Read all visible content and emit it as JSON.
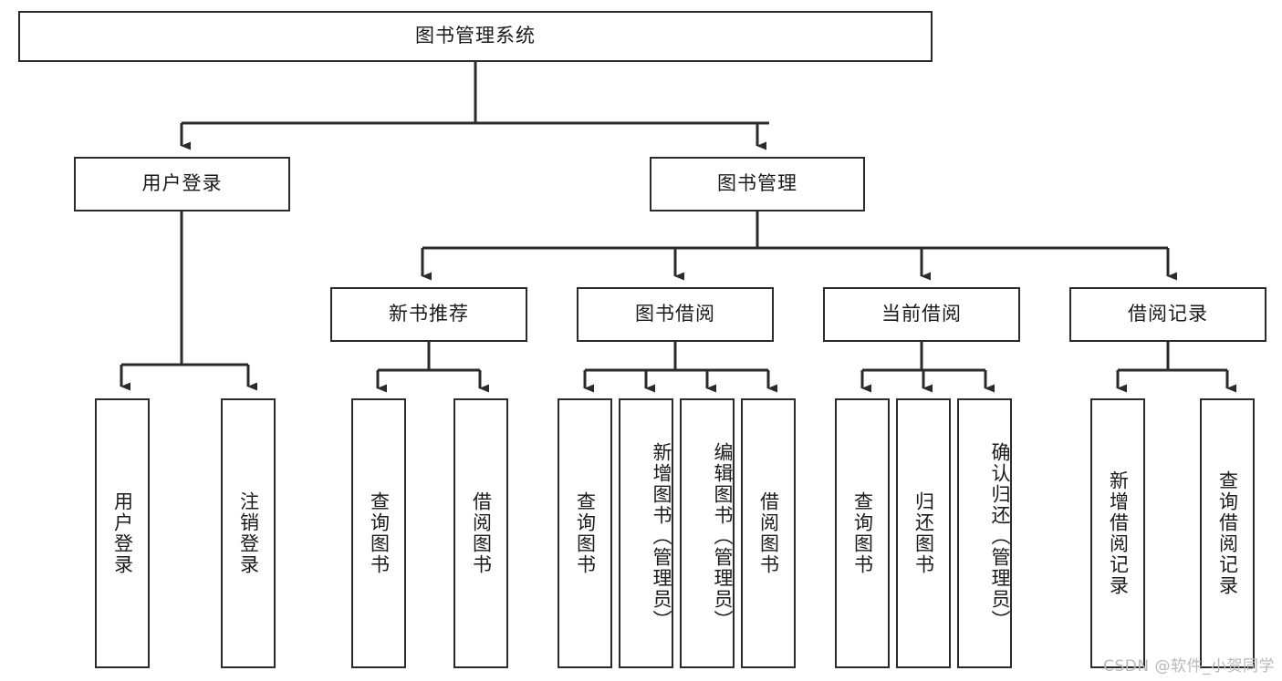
{
  "diagram": {
    "title": "图书管理系统",
    "type": "tree-hierarchy-functional-structure",
    "watermark": "CSDN @软件_小贺同学",
    "colors": {
      "box_border": "#2b2b2b",
      "box_fill": "#ffffff",
      "edge": "#2b2b2b",
      "text": "#1a1a1a",
      "watermark": "#b9b9b9",
      "background": "#ffffff"
    },
    "root": {
      "label": "图书管理系统",
      "orientation": "horizontal"
    },
    "level2": [
      {
        "label": "用户登录",
        "orientation": "horizontal"
      },
      {
        "label": "图书管理",
        "orientation": "horizontal"
      }
    ],
    "level3": [
      {
        "label": "新书推荐",
        "orientation": "horizontal"
      },
      {
        "label": "图书借阅",
        "orientation": "horizontal"
      },
      {
        "label": "当前借阅",
        "orientation": "horizontal"
      },
      {
        "label": "借阅记录",
        "orientation": "horizontal"
      }
    ],
    "leaves": {
      "user_login": [
        {
          "label": "用户登录"
        },
        {
          "label": "注销登录"
        }
      ],
      "new_book_recommend": [
        {
          "label": "查询图书"
        },
        {
          "label": "借阅图书"
        }
      ],
      "book_borrow": [
        {
          "label": "查询图书"
        },
        {
          "label": "新增图书（管理员）"
        },
        {
          "label": "编辑图书（管理员）"
        },
        {
          "label": "借阅图书"
        }
      ],
      "current_borrow": [
        {
          "label": "查询图书"
        },
        {
          "label": "归还图书"
        },
        {
          "label": "确认归还（管理员）"
        }
      ],
      "borrow_record": [
        {
          "label": "新增借阅记录"
        },
        {
          "label": "查询借阅记录"
        }
      ]
    }
  }
}
